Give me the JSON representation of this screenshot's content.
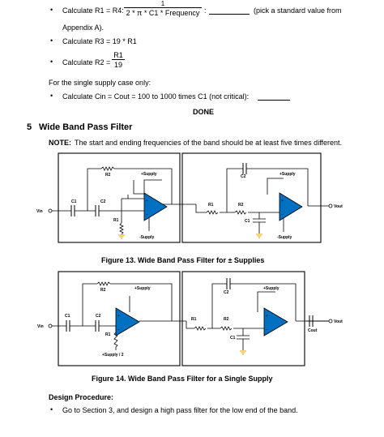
{
  "steps": {
    "r1": {
      "label": "Calculate R1 = R4:",
      "numerator": "1",
      "denominator": "2 * π * C1 * Frequency",
      "suffix": "(pick a standard value from",
      "continuation": "Appendix A)."
    },
    "r3": {
      "label": "Calculate R3 = 19 * R1"
    },
    "r2": {
      "label": "Calculate R2 =",
      "numerator": "R1",
      "denominator": "19"
    },
    "single_supply_note": "For the single supply case only:",
    "cin": {
      "label": "Calculate Cin = Cout = 100 to 1000 times C1 (not critical):"
    },
    "done": "DONE"
  },
  "section": {
    "number": "5",
    "title": "Wide Band Pass Filter",
    "note_label": "NOTE:",
    "note_text": "The start and ending frequencies of the band should be at least five times different."
  },
  "figure13": {
    "caption": "Figure 13.   Wide Band Pass Filter for ± Supplies",
    "labels": {
      "vin": "Vin",
      "vout": "Vout",
      "c1": "C1",
      "c2": "C2",
      "r1": "R1",
      "r2": "R2",
      "pos_supply": "+Supply",
      "neg_supply": "-Supply"
    }
  },
  "figure14": {
    "caption": "Figure 14.   Wide Band Pass Filter for a Single Supply",
    "labels": {
      "vin": "Vin",
      "vout": "Vout",
      "cout": "Cout",
      "c1": "C1",
      "c2": "C2",
      "r1": "R1",
      "r2": "R2",
      "pos_supply": "+Supply",
      "half_supply": "+Supply / 2"
    }
  },
  "procedure": {
    "heading": "Design Procedure:",
    "item": "Go to Section 3, and design a high pass filter for the low end of the band."
  },
  "colors": {
    "opamp_fill": "#0070c0",
    "ground": "#f0a000",
    "frame": "#000000"
  }
}
